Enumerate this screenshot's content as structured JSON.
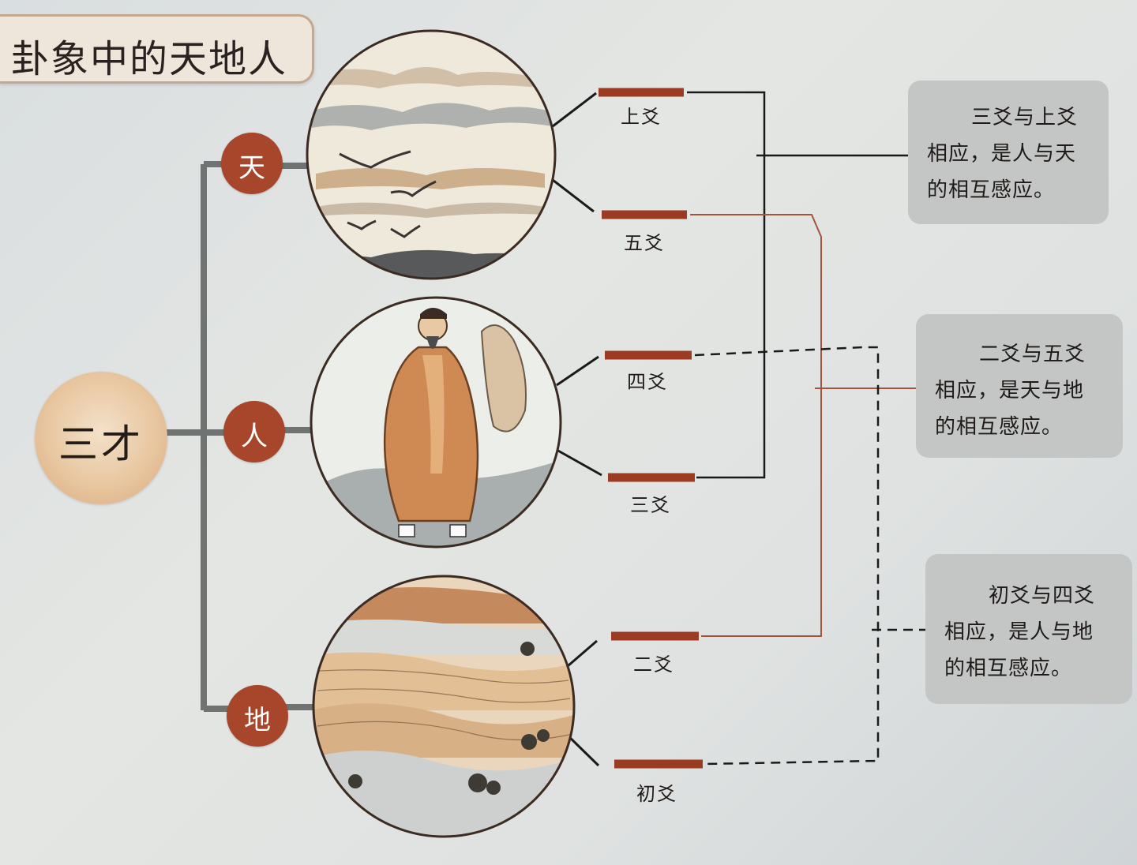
{
  "title": "卦象中的天地人",
  "center": {
    "label": "三才"
  },
  "nodes": {
    "tian": "天",
    "ren": "人",
    "di": "地"
  },
  "yao": {
    "shang": "上爻",
    "wu": "五爻",
    "si": "四爻",
    "san": "三爻",
    "er": "二爻",
    "chu": "初爻"
  },
  "notes": {
    "n1": {
      "line1": "三爻与上爻",
      "line2": "相应，是人与天",
      "line3": "的相互感应。"
    },
    "n2": {
      "line1": "二爻与五爻",
      "line2": "相应，是天与地",
      "line3": "的相互感应。"
    },
    "n3": {
      "line1": "初爻与四爻",
      "line2": "相应，是人与地",
      "line3": "的相互感应。"
    }
  },
  "colors": {
    "node": "#a7462b",
    "yao_bar": "#9a3b22",
    "connector_gray": "#6f7473",
    "connector_red": "#a5533d",
    "note_bg": "#c4c6c6"
  }
}
